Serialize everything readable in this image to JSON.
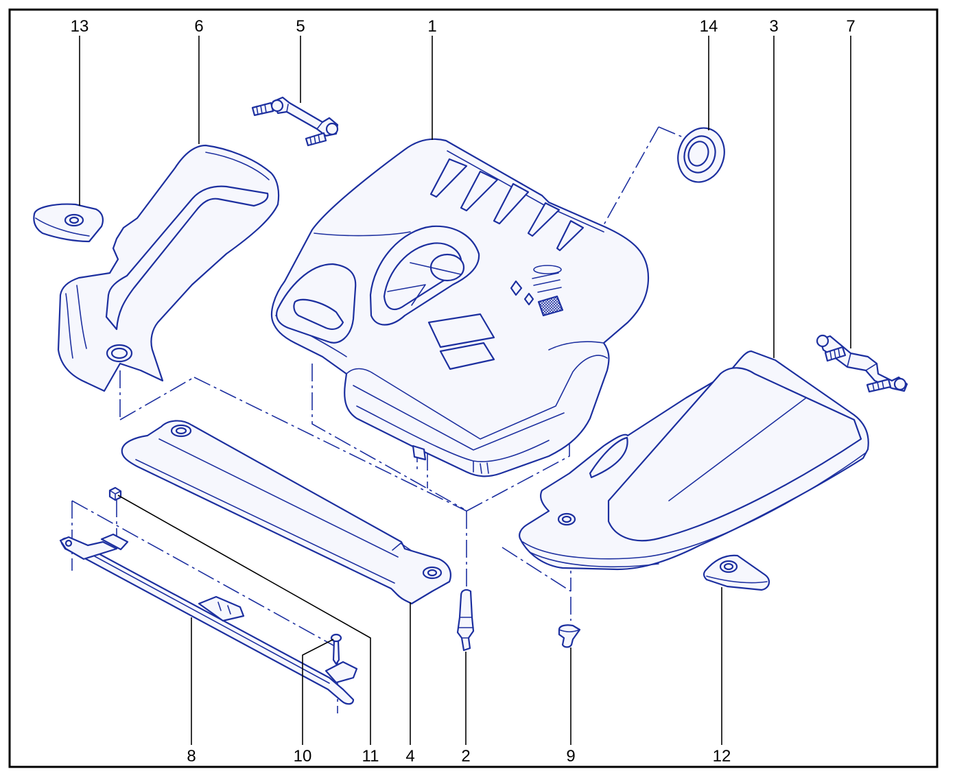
{
  "callouts": {
    "top": [
      "13",
      "6",
      "5",
      "1",
      "14",
      "3",
      "7"
    ],
    "bottom": [
      "8",
      "10",
      "11",
      "4",
      "2",
      "9",
      "12"
    ]
  },
  "colors": {
    "line": "#1c2f9f",
    "fill": "#f6f7fd",
    "frame": "#000000",
    "text": "#000000"
  }
}
